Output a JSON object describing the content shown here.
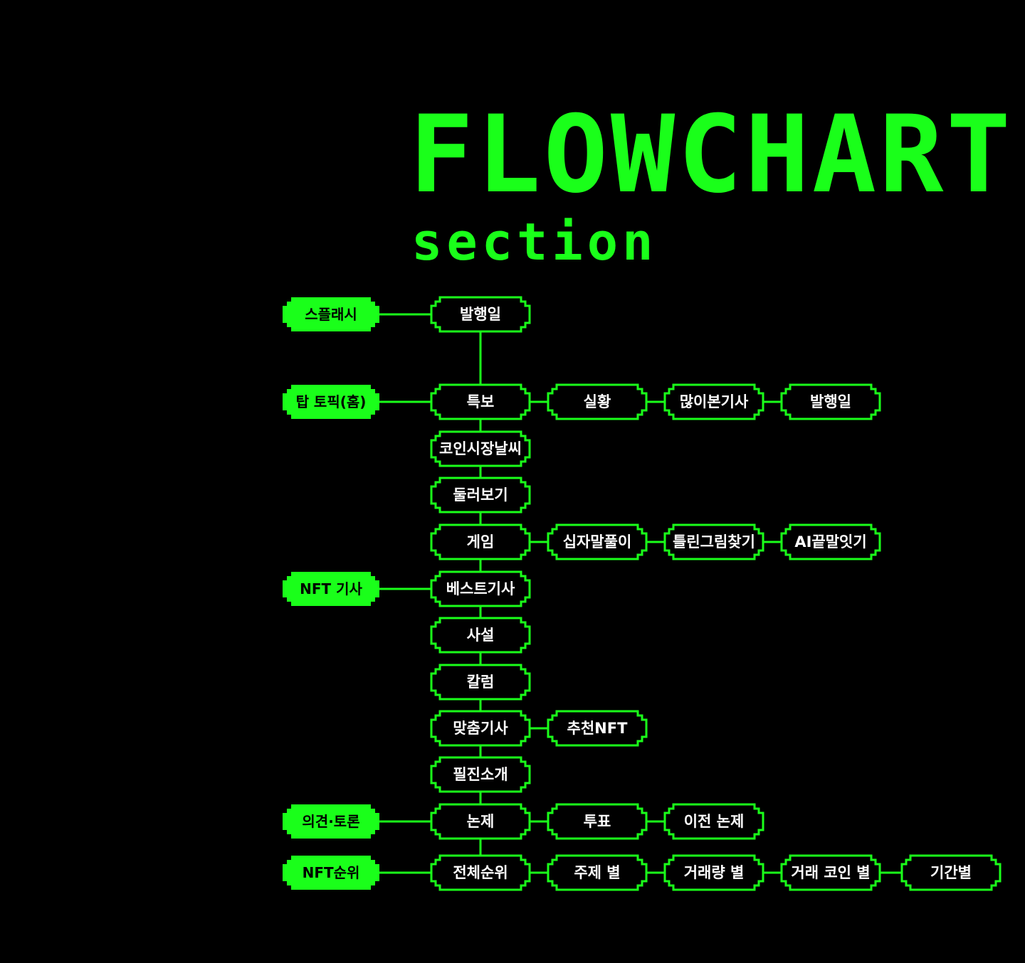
{
  "page": {
    "title": "FLOWCHART",
    "subtitle": "section",
    "accent_color": "#1aff1a",
    "background_color": "#000000"
  },
  "categories": [
    {
      "id": "c_splash",
      "label": "스플래시"
    },
    {
      "id": "c_top",
      "label": "탑 토픽(홈)"
    },
    {
      "id": "c_nft",
      "label": "NFT 기사"
    },
    {
      "id": "c_opinion",
      "label": "의견·토론"
    },
    {
      "id": "c_rank",
      "label": "NFT순위"
    }
  ],
  "nodes": [
    {
      "id": "n_issue",
      "label": "발행일"
    },
    {
      "id": "n_special",
      "label": "특보"
    },
    {
      "id": "n_live",
      "label": "실황"
    },
    {
      "id": "n_mostviewed",
      "label": "많이본기사"
    },
    {
      "id": "n_issue2",
      "label": "발행일"
    },
    {
      "id": "n_weather",
      "label": "코인시장날씨"
    },
    {
      "id": "n_browse",
      "label": "둘러보기"
    },
    {
      "id": "n_game",
      "label": "게임"
    },
    {
      "id": "n_crossword",
      "label": "십자말풀이"
    },
    {
      "id": "n_spotdiff",
      "label": "틀린그림찾기"
    },
    {
      "id": "n_aichain",
      "label": "AI끝말잇기"
    },
    {
      "id": "n_best",
      "label": "베스트기사"
    },
    {
      "id": "n_editorial",
      "label": "사설"
    },
    {
      "id": "n_column",
      "label": "칼럼"
    },
    {
      "id": "n_custom",
      "label": "맞춤기사"
    },
    {
      "id": "n_recnft",
      "label": "추천NFT"
    },
    {
      "id": "n_writers",
      "label": "필진소개"
    },
    {
      "id": "n_topic",
      "label": "논제"
    },
    {
      "id": "n_vote",
      "label": "투표"
    },
    {
      "id": "n_prevtopic",
      "label": "이전 논제"
    },
    {
      "id": "n_overall",
      "label": "전체순위"
    },
    {
      "id": "n_bytheme",
      "label": "주제 별"
    },
    {
      "id": "n_byvolume",
      "label": "거래량 별"
    },
    {
      "id": "n_bycoin",
      "label": "거래 코인 별"
    },
    {
      "id": "n_byperiod",
      "label": "기간별"
    }
  ],
  "edges": [
    [
      "c_splash",
      "n_issue"
    ],
    [
      "n_issue",
      "n_special"
    ],
    [
      "c_top",
      "n_special"
    ],
    [
      "n_special",
      "n_live"
    ],
    [
      "n_live",
      "n_mostviewed"
    ],
    [
      "n_mostviewed",
      "n_issue2"
    ],
    [
      "n_special",
      "n_weather"
    ],
    [
      "n_weather",
      "n_browse"
    ],
    [
      "n_browse",
      "n_game"
    ],
    [
      "n_game",
      "n_crossword"
    ],
    [
      "n_crossword",
      "n_spotdiff"
    ],
    [
      "n_spotdiff",
      "n_aichain"
    ],
    [
      "n_game",
      "n_best"
    ],
    [
      "c_nft",
      "n_best"
    ],
    [
      "n_best",
      "n_editorial"
    ],
    [
      "n_editorial",
      "n_column"
    ],
    [
      "n_column",
      "n_custom"
    ],
    [
      "n_custom",
      "n_recnft"
    ],
    [
      "n_custom",
      "n_writers"
    ],
    [
      "n_writers",
      "n_topic"
    ],
    [
      "c_opinion",
      "n_topic"
    ],
    [
      "n_topic",
      "n_vote"
    ],
    [
      "n_vote",
      "n_prevtopic"
    ],
    [
      "n_topic",
      "n_overall"
    ],
    [
      "c_rank",
      "n_overall"
    ],
    [
      "n_overall",
      "n_bytheme"
    ],
    [
      "n_bytheme",
      "n_byvolume"
    ],
    [
      "n_byvolume",
      "n_bycoin"
    ],
    [
      "n_bycoin",
      "n_byperiod"
    ]
  ]
}
